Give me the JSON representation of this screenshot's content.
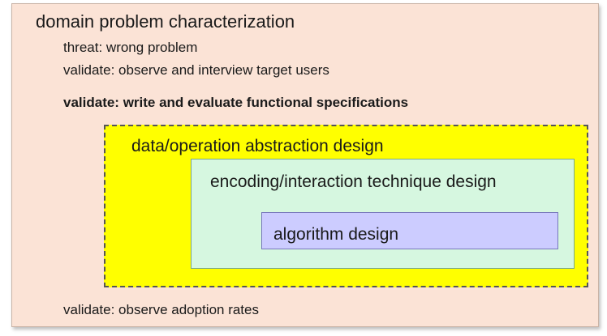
{
  "diagram": {
    "outer": {
      "title": "domain problem characterization",
      "threat": "threat: wrong problem",
      "validate_users": "validate: observe and interview target users",
      "validate_specs": "validate: write and evaluate functional specifications",
      "validate_adoption": "validate: observe adoption rates"
    },
    "abstraction": {
      "title": "data/operation abstraction design"
    },
    "encoding": {
      "title": "encoding/interaction technique design"
    },
    "algorithm": {
      "title": "algorithm design"
    }
  },
  "colors": {
    "outer_fill": "#fbe3d6",
    "abstraction_fill": "#ffff00",
    "encoding_fill": "#d6f7e0",
    "algorithm_fill": "#ccccff"
  }
}
